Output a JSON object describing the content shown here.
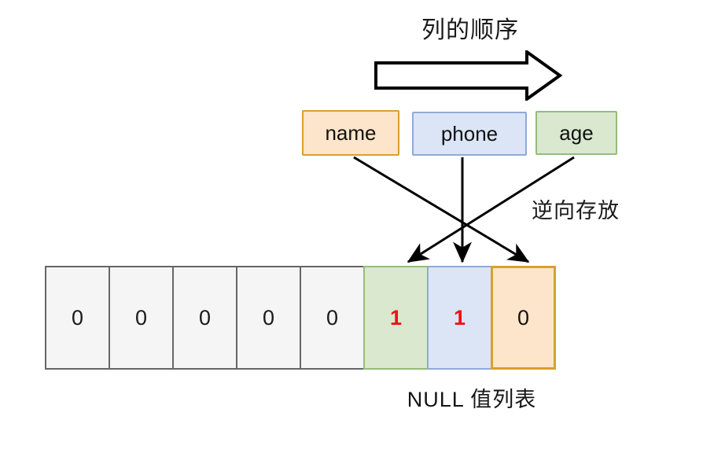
{
  "diagram": {
    "title": "列的顺序",
    "order_arrow_icon": "thick-right-arrow-icon",
    "reverse_label": "逆向存放",
    "null_caption": "NULL 值列表",
    "colors": {
      "orange_fill": "#fce5ca",
      "orange_border": "#d7a12c",
      "blue_fill": "#dbe5f6",
      "blue_border": "#8faad6",
      "green_fill": "#d9e8cf",
      "green_border": "#93bd78",
      "gray_fill": "#f5f5f5",
      "gray_border": "#666666",
      "set_bit_color": "#ee1111",
      "text_color": "#1a1a1a"
    }
  },
  "columns": [
    {
      "label": "name",
      "color": "orange"
    },
    {
      "label": "phone",
      "color": "blue"
    },
    {
      "label": "age",
      "color": "green"
    }
  ],
  "null_bitmap": {
    "cells": [
      {
        "value": "0",
        "color": "gray"
      },
      {
        "value": "0",
        "color": "gray"
      },
      {
        "value": "0",
        "color": "gray"
      },
      {
        "value": "0",
        "color": "gray"
      },
      {
        "value": "0",
        "color": "gray"
      },
      {
        "value": "1",
        "color": "green"
      },
      {
        "value": "1",
        "color": "blue"
      },
      {
        "value": "0",
        "color": "orange"
      }
    ]
  },
  "mappings": [
    {
      "from": "name",
      "to_cell_index": 7
    },
    {
      "from": "phone",
      "to_cell_index": 6
    },
    {
      "from": "age",
      "to_cell_index": 5
    }
  ]
}
